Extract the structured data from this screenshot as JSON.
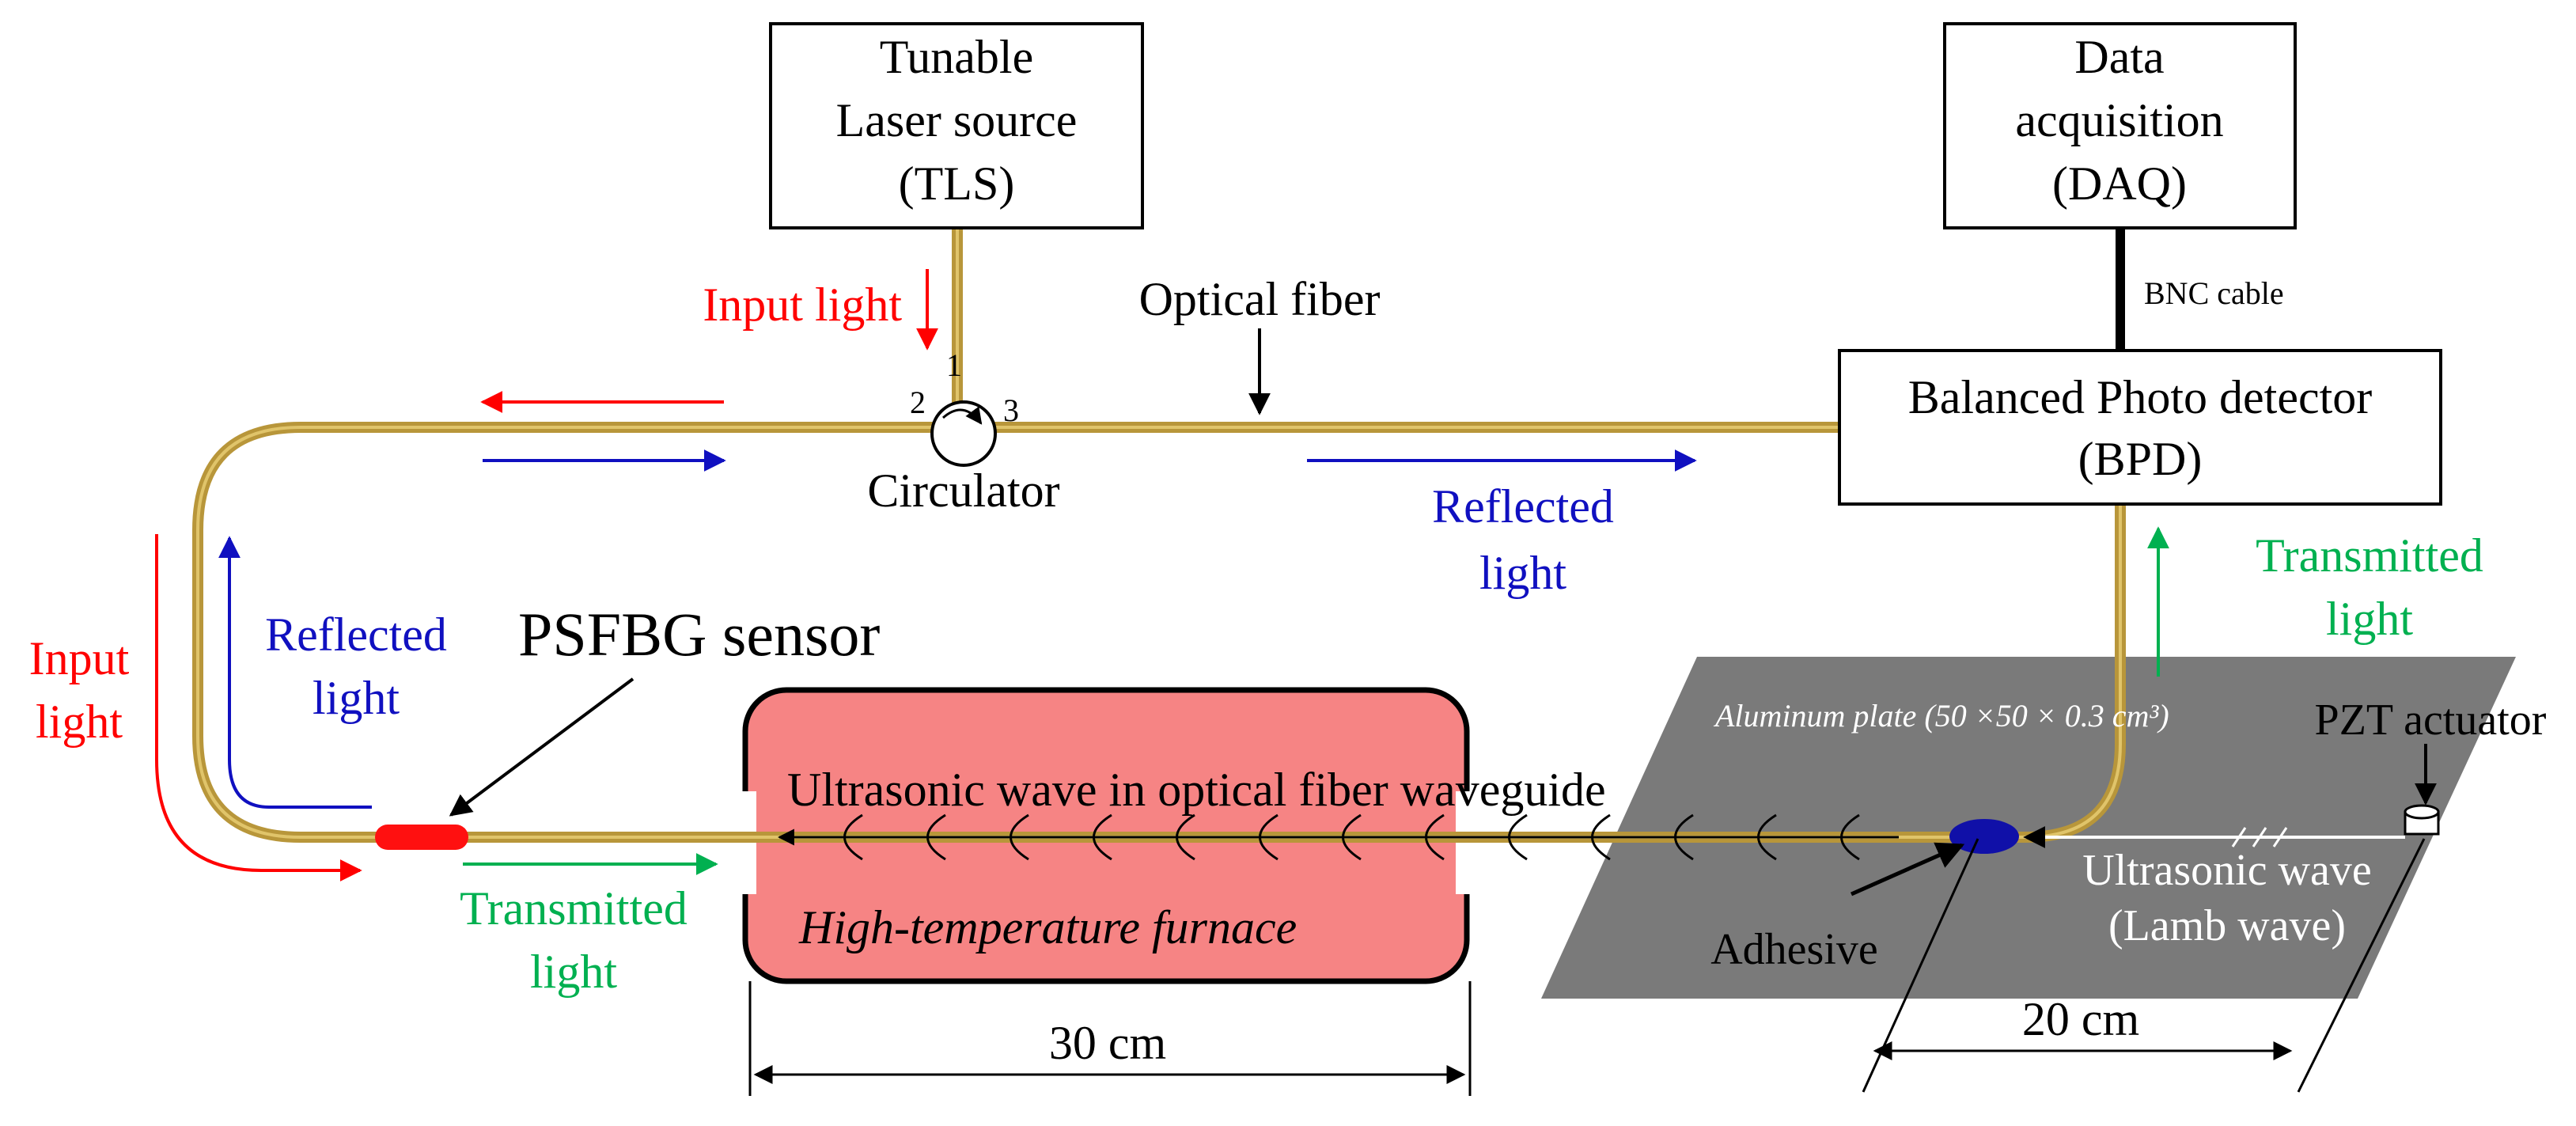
{
  "boxes": {
    "tls": {
      "line1": "Tunable",
      "line2": "Laser source",
      "line3": "(TLS)"
    },
    "daq": {
      "line1": "Data",
      "line2": "acquisition",
      "line3": "(DAQ)"
    },
    "bpd": {
      "line1": "Balanced Photo detector",
      "line2": "(BPD)"
    }
  },
  "labels": {
    "bnc_cable": "BNC cable",
    "optical_fiber": "Optical fiber",
    "circulator": "Circulator",
    "port1": "1",
    "port2": "2",
    "port3": "3",
    "input_light_top": "Input light",
    "input_light_left": [
      "Input",
      "light"
    ],
    "reflected_light_left": [
      "Reflected",
      "light"
    ],
    "reflected_light_center": [
      "Reflected",
      "light"
    ],
    "transmitted_light_right": [
      "Transmitted",
      "light"
    ],
    "transmitted_light_bottom": [
      "Transmitted",
      "light"
    ],
    "psfbg_sensor": "PSFBG sensor",
    "ultrasonic_fiber": "Ultrasonic wave in optical fiber waveguide",
    "furnace": "High-temperature furnace",
    "aluminum_plate": "Aluminum plate (50 ×50 × 0.3 cm³)",
    "pzt_actuator": "PZT actuator",
    "adhesive": "Adhesive",
    "ultrasonic_wave": [
      "Ultrasonic wave",
      "(Lamb wave)"
    ],
    "dim_30": "30 cm",
    "dim_20": "20 cm"
  },
  "colors": {
    "fiber": "#b8963a",
    "fiber_highlight": "#e0c46a",
    "red": "#ff0000",
    "blue": "#1010c0",
    "green": "#00b050",
    "furnace": "#f68484",
    "plate": "#7a7a7a",
    "sensor": "#ff1010",
    "adhesive": "#1010a8"
  }
}
